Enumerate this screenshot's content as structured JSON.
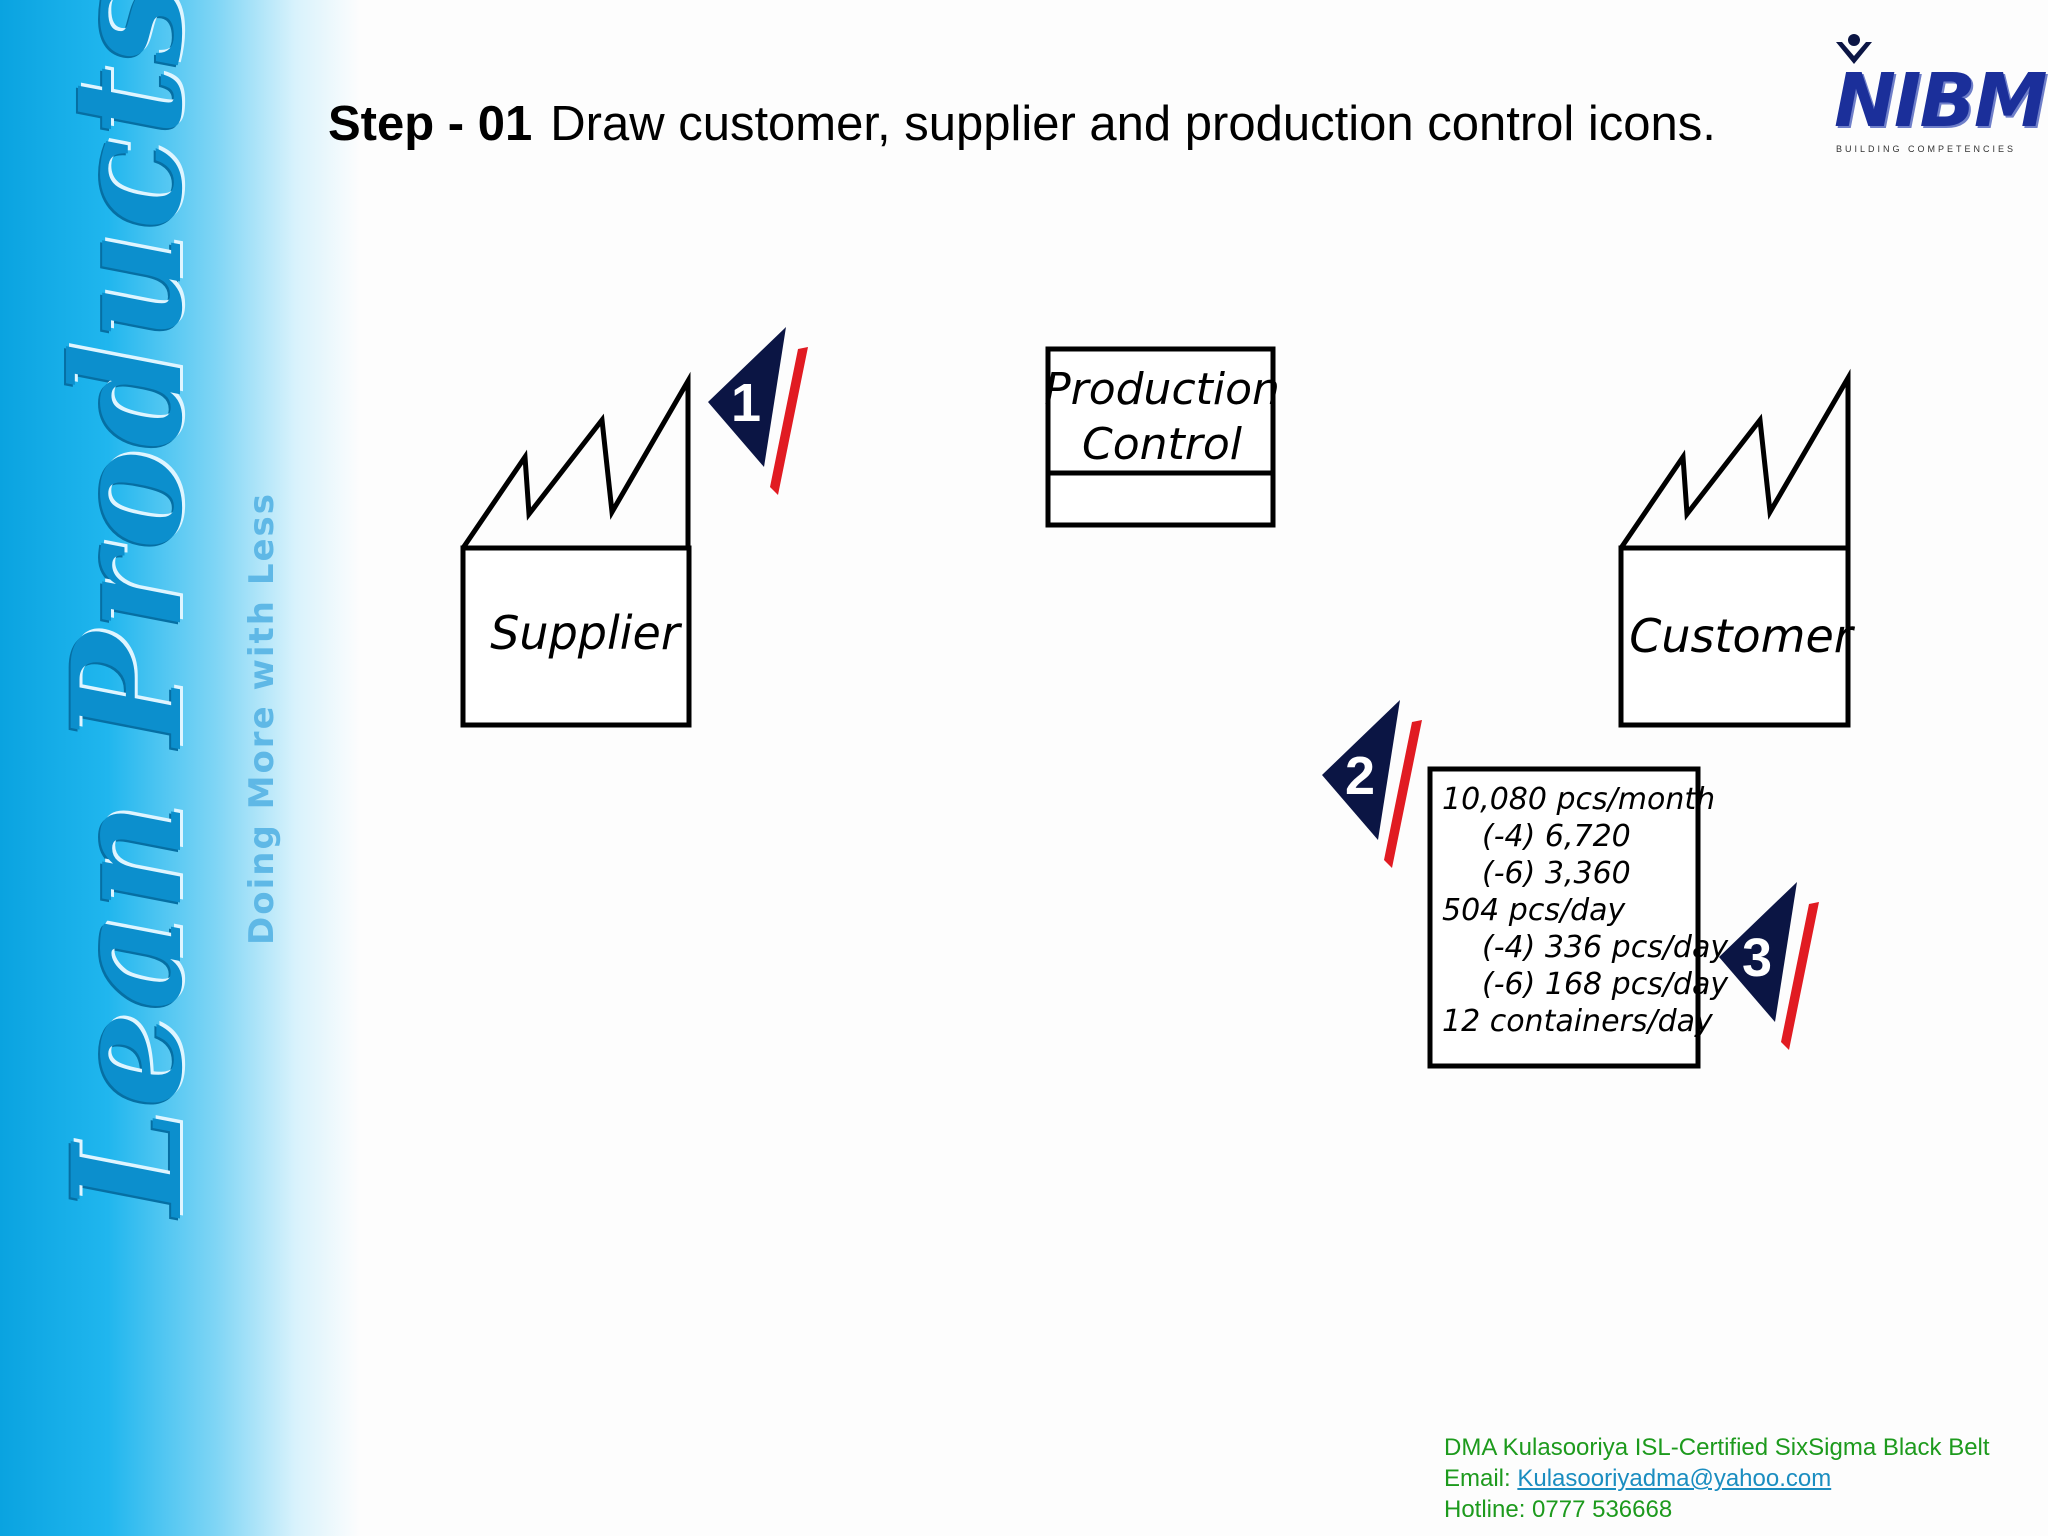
{
  "sidebar": {
    "title": "Lean Products",
    "tagline": "Doing More with Less"
  },
  "heading": {
    "step": "Step - 01",
    "text": "Draw customer, supplier and production control icons."
  },
  "logo": {
    "name": "NIBM",
    "subtitle": "BUILDING COMPETENCIES",
    "color": "#1b2f9a"
  },
  "diagram": {
    "supplier_label": "Supplier",
    "customer_label": "Customer",
    "production_control": [
      "Production",
      "Control"
    ],
    "badges": [
      "1",
      "2",
      "3"
    ],
    "customer_data": [
      "10,080 pcs/month",
      "(-4) 6,720",
      "(-6) 3,360",
      "504 pcs/day",
      "(-4) 336 pcs/day",
      "(-6) 168 pcs/day",
      "12 containers/day"
    ],
    "badge_navy": "#0b1544",
    "badge_red": "#e11b22"
  },
  "footer": {
    "author": "DMA Kulasooriya ISL-Certified SixSigma Black Belt",
    "email_label": "Email:",
    "email": "Kulasooriyadma@yahoo.com",
    "hotline": "Hotline: 0777 536668"
  }
}
